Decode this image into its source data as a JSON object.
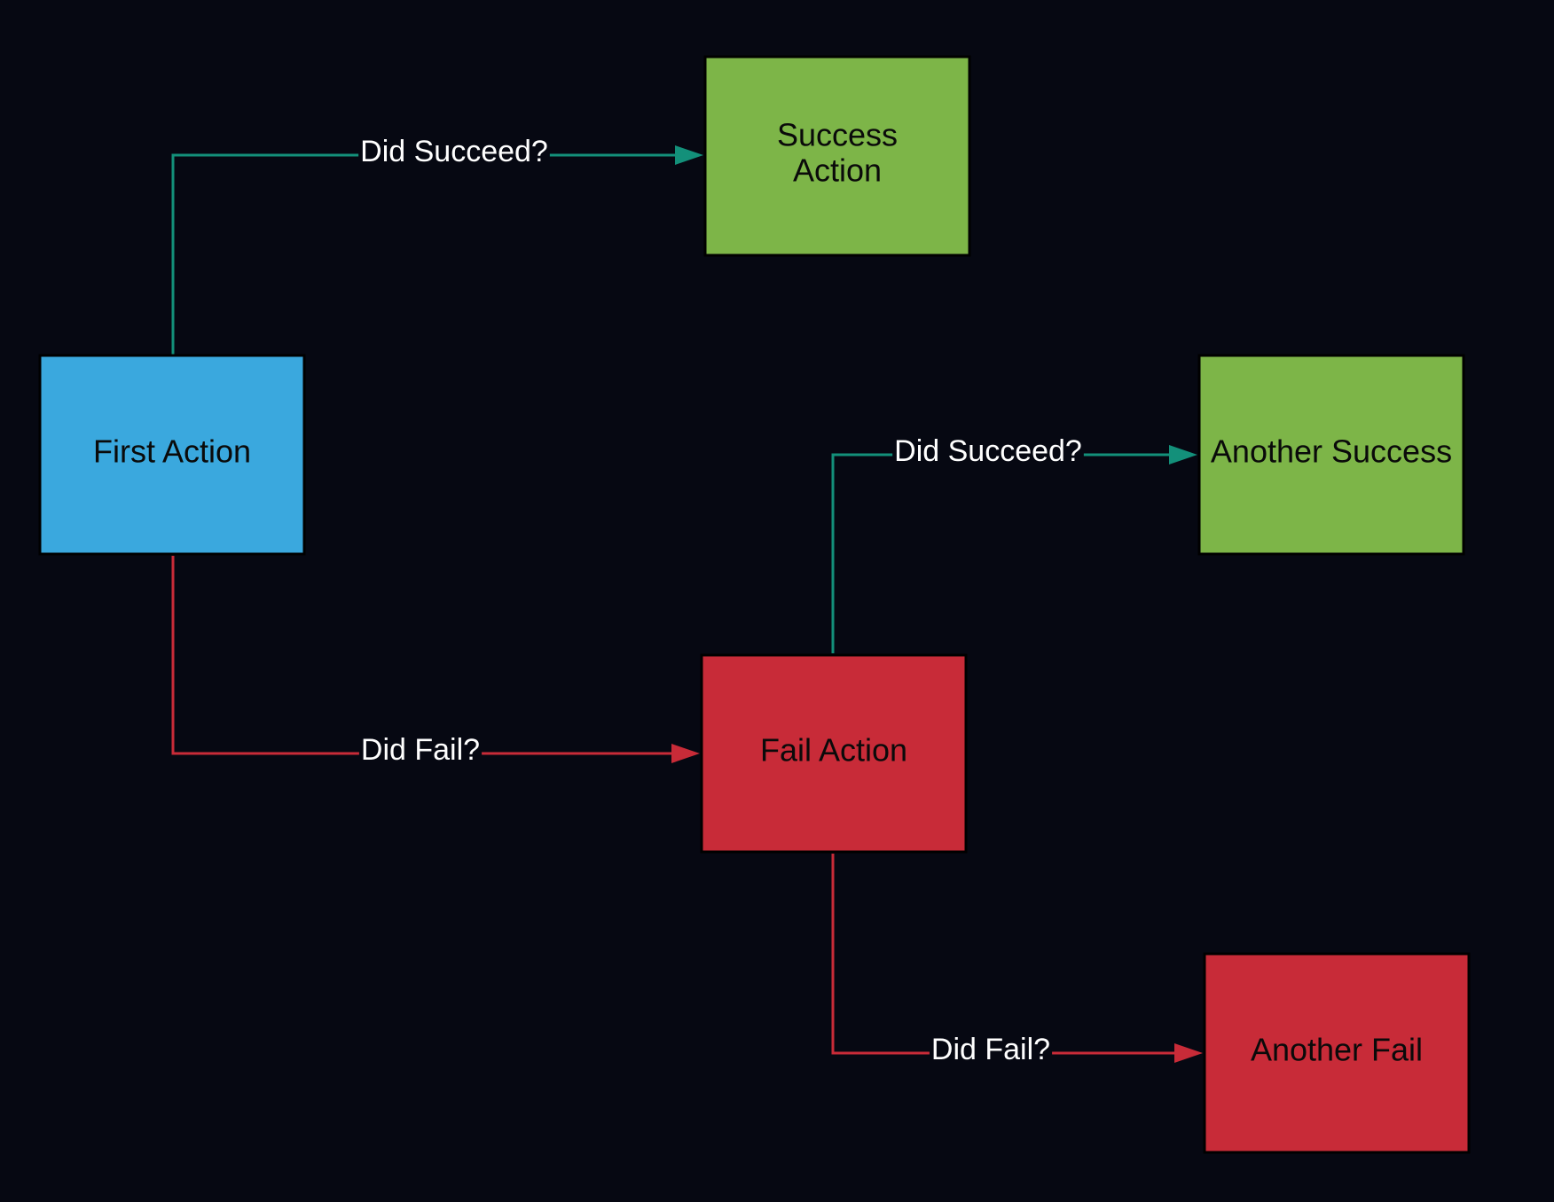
{
  "colors": {
    "background": "#060812",
    "start_node": "#3AA8DE",
    "success_node": "#7DB548",
    "fail_node": "#C82B38",
    "success_edge": "#13907A",
    "fail_edge": "#C82B38",
    "edge_label_text": "#FFFFFF",
    "node_text": "#0A0A0A"
  },
  "nodes": [
    {
      "id": "first-action",
      "label_lines": [
        "First Action"
      ],
      "kind": "start"
    },
    {
      "id": "success-action",
      "label_lines": [
        "Success",
        "Action"
      ],
      "kind": "success"
    },
    {
      "id": "another-success",
      "label_lines": [
        "Another Success"
      ],
      "kind": "success"
    },
    {
      "id": "fail-action",
      "label_lines": [
        "Fail Action"
      ],
      "kind": "fail"
    },
    {
      "id": "another-fail",
      "label_lines": [
        "Another Fail"
      ],
      "kind": "fail"
    }
  ],
  "edges": [
    {
      "id": "first-to-success",
      "from": "first-action",
      "to": "success-action",
      "label": "Did Succeed?",
      "kind": "success"
    },
    {
      "id": "first-to-fail",
      "from": "first-action",
      "to": "fail-action",
      "label": "Did Fail?",
      "kind": "fail"
    },
    {
      "id": "fail-to-another-success",
      "from": "fail-action",
      "to": "another-success",
      "label": "Did Succeed?",
      "kind": "success"
    },
    {
      "id": "fail-to-another-fail",
      "from": "fail-action",
      "to": "another-fail",
      "label": "Did Fail?",
      "kind": "fail"
    }
  ]
}
